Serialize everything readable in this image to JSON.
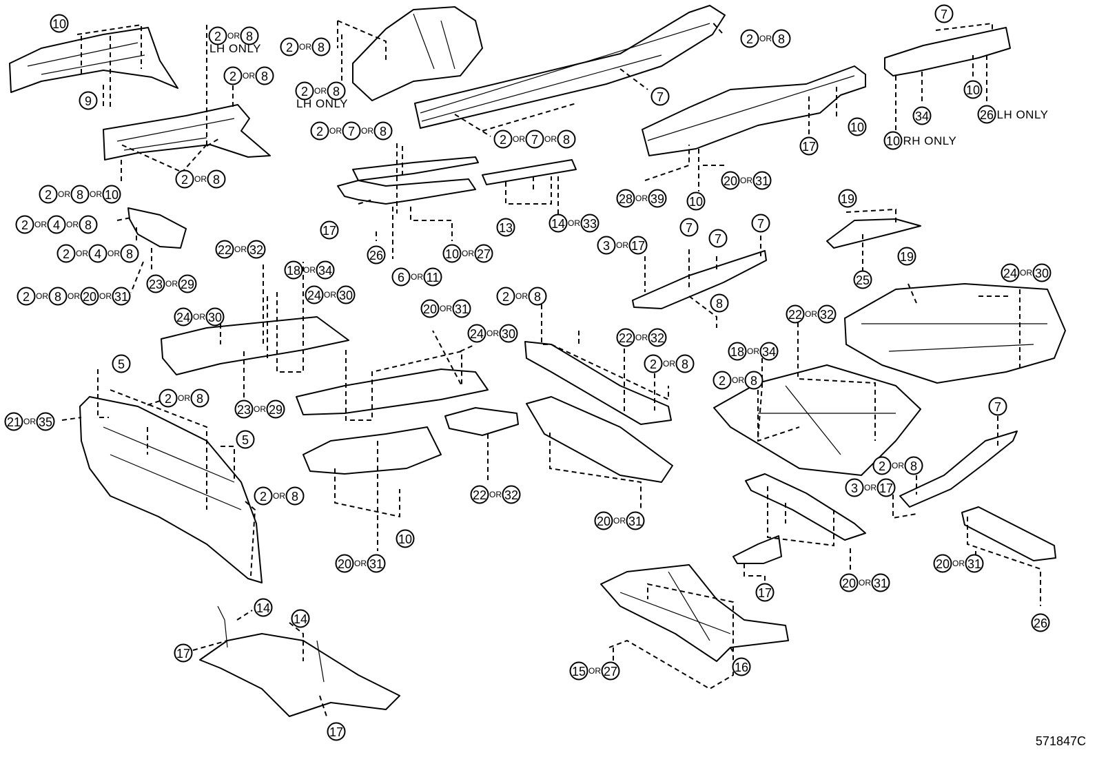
{
  "figure_code": "571847C",
  "or_word": "OR",
  "callouts": [
    {
      "parts": [
        "10"
      ]
    },
    {
      "parts": [
        "9"
      ]
    },
    {
      "parts": [
        "2",
        "8"
      ],
      "note": "LH ONLY"
    },
    {
      "parts": [
        "2",
        "8"
      ]
    },
    {
      "parts": [
        "2",
        "8"
      ]
    },
    {
      "parts": [
        "2",
        "8",
        "10"
      ]
    },
    {
      "parts": [
        "2",
        "4",
        "8"
      ]
    },
    {
      "parts": [
        "2",
        "4",
        "8"
      ]
    },
    {
      "parts": [
        "2",
        "8",
        "20",
        "31"
      ]
    },
    {
      "parts": [
        "23",
        "29"
      ]
    },
    {
      "parts": [
        "2",
        "8"
      ]
    },
    {
      "parts": [
        "2",
        "8"
      ],
      "note": "LH ONLY"
    },
    {
      "parts": [
        "2",
        "8"
      ]
    },
    {
      "parts": [
        "7"
      ]
    },
    {
      "parts": [
        "2",
        "7",
        "8"
      ]
    },
    {
      "parts": [
        "2",
        "7",
        "8"
      ]
    },
    {
      "parts": [
        "17"
      ]
    },
    {
      "parts": [
        "26"
      ]
    },
    {
      "parts": [
        "6",
        "11"
      ]
    },
    {
      "parts": [
        "10",
        "27"
      ]
    },
    {
      "parts": [
        "13"
      ]
    },
    {
      "parts": [
        "14",
        "33"
      ]
    },
    {
      "parts": [
        "10"
      ]
    },
    {
      "parts": [
        "17"
      ]
    },
    {
      "parts": [
        "28",
        "39"
      ]
    },
    {
      "parts": [
        "10"
      ]
    },
    {
      "parts": [
        "20",
        "31"
      ]
    },
    {
      "parts": [
        "7"
      ]
    },
    {
      "parts": [
        "10"
      ]
    },
    {
      "parts": [
        "34"
      ]
    },
    {
      "parts": [
        "26"
      ],
      "note": "LH ONLY"
    },
    {
      "parts": [
        "10"
      ],
      "note": "RH ONLY"
    },
    {
      "parts": [
        "22",
        "32"
      ]
    },
    {
      "parts": [
        "18",
        "34"
      ]
    },
    {
      "parts": [
        "24",
        "30"
      ]
    },
    {
      "parts": [
        "24",
        "30"
      ]
    },
    {
      "parts": [
        "23",
        "29"
      ]
    },
    {
      "parts": [
        "3",
        "17"
      ]
    },
    {
      "parts": [
        "7"
      ]
    },
    {
      "parts": [
        "7"
      ]
    },
    {
      "parts": [
        "7"
      ]
    },
    {
      "parts": [
        "8"
      ]
    },
    {
      "parts": [
        "19"
      ]
    },
    {
      "parts": [
        "25"
      ]
    },
    {
      "parts": [
        "19"
      ]
    },
    {
      "parts": [
        "24",
        "30"
      ]
    },
    {
      "parts": [
        "5"
      ]
    },
    {
      "parts": [
        "21",
        "35"
      ]
    },
    {
      "parts": [
        "2",
        "8"
      ]
    },
    {
      "parts": [
        "5"
      ]
    },
    {
      "parts": [
        "2",
        "8"
      ]
    },
    {
      "parts": [
        "20",
        "31"
      ]
    },
    {
      "parts": [
        "24",
        "30"
      ]
    },
    {
      "parts": [
        "2",
        "8"
      ]
    },
    {
      "parts": [
        "22",
        "32"
      ]
    },
    {
      "parts": [
        "2",
        "8"
      ]
    },
    {
      "parts": [
        "22",
        "32"
      ]
    },
    {
      "parts": [
        "18",
        "34"
      ]
    },
    {
      "parts": [
        "2",
        "8"
      ]
    },
    {
      "parts": [
        "22",
        "32"
      ]
    },
    {
      "parts": [
        "10"
      ]
    },
    {
      "parts": [
        "20",
        "31"
      ]
    },
    {
      "parts": [
        "20",
        "31"
      ]
    },
    {
      "parts": [
        "7"
      ]
    },
    {
      "parts": [
        "2",
        "8"
      ]
    },
    {
      "parts": [
        "3",
        "17"
      ]
    },
    {
      "parts": [
        "20",
        "31"
      ]
    },
    {
      "parts": [
        "17"
      ]
    },
    {
      "parts": [
        "20",
        "31"
      ]
    },
    {
      "parts": [
        "26"
      ]
    },
    {
      "parts": [
        "14"
      ]
    },
    {
      "parts": [
        "14"
      ]
    },
    {
      "parts": [
        "17"
      ]
    },
    {
      "parts": [
        "17"
      ]
    },
    {
      "parts": [
        "15",
        "27"
      ]
    },
    {
      "parts": [
        "16"
      ]
    }
  ]
}
